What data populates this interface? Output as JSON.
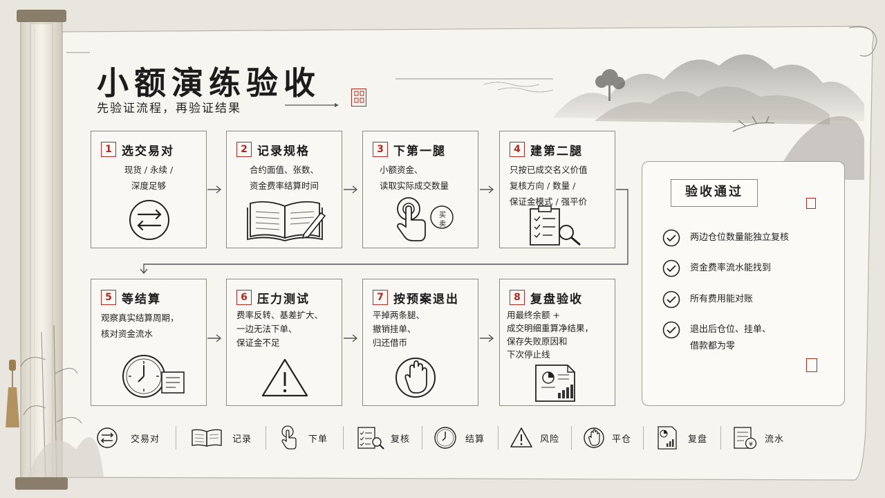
{
  "title": "小额演练验收",
  "subtitle": "先验证流程，再验证结果",
  "steps": [
    {
      "num": "1",
      "title": "选交易对",
      "lines": [
        "现货 / 永续 /",
        "深度足够"
      ],
      "icon": "swap-arrows-icon"
    },
    {
      "num": "2",
      "title": "记录规格",
      "lines": [
        "合约面值、张数、",
        "资金费率结算时间"
      ],
      "icon": "open-book-icon"
    },
    {
      "num": "3",
      "title": "下第一腿",
      "lines": [
        "小额资金、",
        "读取实际成交数量"
      ],
      "icon": "tap-hand-icon",
      "icon_badge": [
        "买",
        "卖"
      ]
    },
    {
      "num": "4",
      "title": "建第二腿",
      "lines": [
        "只按已成交名义价值",
        "复核方向 / 数量 /",
        "保证金模式 / 强平价"
      ],
      "icon": "checklist-magnifier-icon"
    },
    {
      "num": "5",
      "title": "等结算",
      "lines": [
        "观察真实结算周期，",
        "核对资金流水"
      ],
      "icon": "clock-icon"
    },
    {
      "num": "6",
      "title": "压力测试",
      "lines": [
        "费率反转、基差扩大、",
        "一边无法下单、",
        "保证金不足"
      ],
      "icon": "warning-icon"
    },
    {
      "num": "7",
      "title": "按预案退出",
      "lines": [
        "平掉两条腿、",
        "撤销挂单、",
        "归还借币"
      ],
      "icon": "stop-hand-icon"
    },
    {
      "num": "8",
      "title": "复盘验收",
      "lines": [
        "用最终余额 +",
        "成交明细重算净结果，",
        "保存失败原因和",
        "下次停止线"
      ],
      "icon": "report-chart-icon"
    }
  ],
  "acceptance": {
    "title": "验收通过",
    "items": [
      {
        "lines": [
          "两边仓位数量能独立复核"
        ]
      },
      {
        "lines": [
          "资金费率流水能找到"
        ]
      },
      {
        "lines": [
          "所有费用能对账"
        ]
      },
      {
        "lines": [
          "退出后仓位、挂单、",
          "借款都为零"
        ]
      }
    ]
  },
  "legend": [
    {
      "icon": "swap-arrows-icon",
      "label": "交易对"
    },
    {
      "icon": "open-book-icon",
      "label": "记录"
    },
    {
      "icon": "tap-hand-icon",
      "label": "下单"
    },
    {
      "icon": "checklist-magnifier-icon",
      "label": "复核"
    },
    {
      "icon": "clock-icon",
      "label": "结算"
    },
    {
      "icon": "warning-icon",
      "label": "风险"
    },
    {
      "icon": "stop-hand-icon",
      "label": "平仓"
    },
    {
      "icon": "report-chart-icon",
      "label": "复盘"
    },
    {
      "icon": "ledger-coin-icon",
      "label": "流水"
    }
  ],
  "colors": {
    "accent": "#b02a22",
    "ink": "#1c1c1c",
    "paper": "#f7f5f0",
    "border": "#8e8a82"
  }
}
